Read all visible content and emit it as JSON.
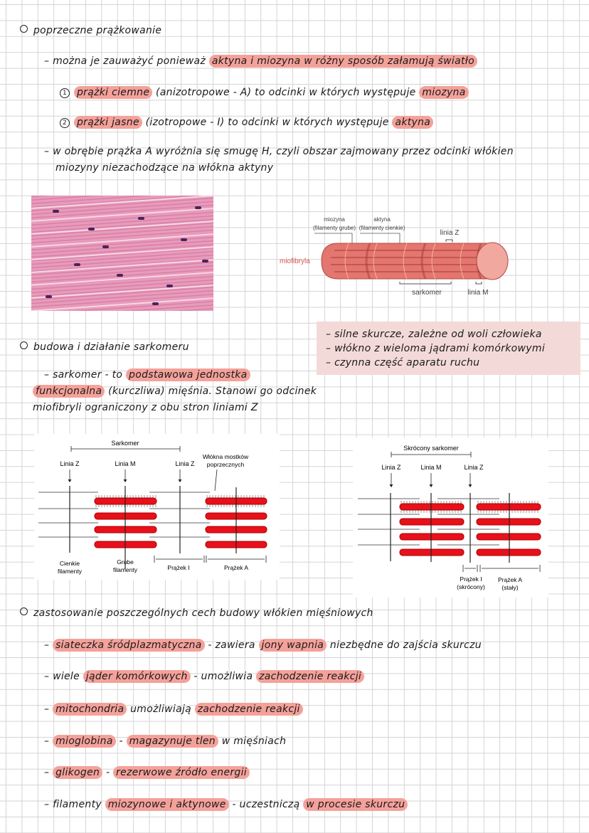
{
  "colors": {
    "highlight": "#f4a19a",
    "box": "#f3dad8",
    "muscle": "#e3766e",
    "filament": "#e8101a"
  },
  "lines": [
    {
      "id": "heading-1",
      "bullet": "circle",
      "segments": [
        {
          "t": "poprzeczne prążkowanie"
        }
      ]
    },
    {
      "id": "note-1",
      "bullet": "-",
      "segments": [
        {
          "t": "można je zauważyć ponieważ "
        },
        {
          "t": "aktyna i miozyna w różny sposób załamują światło",
          "hl": true
        }
      ]
    },
    {
      "id": "note-2",
      "bullet": "1",
      "segments": [
        {
          "t": "prążki ciemne",
          "hl": true
        },
        {
          "t": " (anizotropowe - A) to odcinki w których występuje "
        },
        {
          "t": "miozyna",
          "hl": true
        }
      ]
    },
    {
      "id": "note-3",
      "bullet": "2",
      "segments": [
        {
          "t": "prążki jasne",
          "hl": true
        },
        {
          "t": " (izotropowe - I) to odcinki w których występuje "
        },
        {
          "t": "aktyna",
          "hl": true
        }
      ]
    },
    {
      "id": "note-4",
      "bullet": "-",
      "segments": [
        {
          "t": "w obrębie prążka A wyróżnia się smugę H, czyli obszar zajmowany przez odcinki włókien"
        }
      ]
    },
    {
      "id": "note-4b",
      "segments": [
        {
          "t": "miozyny niezachodzące na włókna aktyny"
        }
      ]
    },
    {
      "id": "box-1",
      "bullet": "-",
      "segments": [
        {
          "t": "silne skurcze, zależne od woli człowieka"
        }
      ]
    },
    {
      "id": "box-2",
      "bullet": "-",
      "segments": [
        {
          "t": "włókno z wieloma jądrami komórkowymi"
        }
      ]
    },
    {
      "id": "box-3",
      "bullet": "-",
      "segments": [
        {
          "t": "czynna część aparatu ruchu"
        }
      ]
    },
    {
      "id": "heading-2",
      "bullet": "circle",
      "segments": [
        {
          "t": "budowa i działanie sarkomeru"
        }
      ]
    },
    {
      "id": "note-5",
      "bullet": "-",
      "segments": [
        {
          "t": "sarkomer - to "
        },
        {
          "t": "podstawowa jednostka",
          "hl": true
        }
      ]
    },
    {
      "id": "note-5b",
      "segments": [
        {
          "t": "funkcjonalna",
          "hl": true
        },
        {
          "t": " (kurczliwa) mięśnia. Stanowi go odcinek"
        }
      ]
    },
    {
      "id": "note-5c",
      "segments": [
        {
          "t": "miofibryli ograniczony z obu stron liniami Z"
        }
      ]
    },
    {
      "id": "heading-3",
      "bullet": "circle",
      "segments": [
        {
          "t": "zastosowanie poszczególnych cech budowy włókien mięśniowych"
        }
      ]
    },
    {
      "id": "item-1",
      "bullet": "-",
      "segments": [
        {
          "t": "siateczka śródplazmatyczna",
          "hl": true
        },
        {
          "t": " - zawiera "
        },
        {
          "t": "jony wapnia",
          "hl": true
        },
        {
          "t": " niezbędne do zajścia skurczu"
        }
      ]
    },
    {
      "id": "item-2",
      "bullet": "-",
      "segments": [
        {
          "t": "wiele "
        },
        {
          "t": "jąder komórkowych",
          "hl": true
        },
        {
          "t": " - umożliwia "
        },
        {
          "t": "zachodzenie reakcji",
          "hl": true
        }
      ]
    },
    {
      "id": "item-3",
      "bullet": "-",
      "segments": [
        {
          "t": "mitochondria",
          "hl": true
        },
        {
          "t": " umożliwiają "
        },
        {
          "t": "zachodzenie reakcji",
          "hl": true
        }
      ]
    },
    {
      "id": "item-4",
      "bullet": "-",
      "segments": [
        {
          "t": "mioglobina",
          "hl": true
        },
        {
          "t": " - "
        },
        {
          "t": "magazynuje tlen",
          "hl": true
        },
        {
          "t": " w mięśniach"
        }
      ]
    },
    {
      "id": "item-5",
      "bullet": "-",
      "segments": [
        {
          "t": "glikogen",
          "hl": true
        },
        {
          "t": " - "
        },
        {
          "t": "rezerwowe źródło energii",
          "hl": true
        }
      ]
    },
    {
      "id": "item-6",
      "bullet": "-",
      "segments": [
        {
          "t": "filamenty "
        },
        {
          "t": "miozynowe i aktynowe",
          "hl": true
        },
        {
          "t": " - uczestniczą "
        },
        {
          "t": "w procesie skurczu",
          "hl": true
        }
      ]
    }
  ],
  "myofibril": {
    "label": "miofibryla",
    "myosin": "miozyna",
    "myosin_sub": "(filamenty grube)",
    "actin": "aktyna",
    "actin_sub": "(filamenty cienkie)",
    "z_line": "linia Z",
    "sarcomere": "sarkomer",
    "m_line": "linia M"
  },
  "diagram1": {
    "title": "Sarkomer",
    "z1": "Linia Z",
    "m": "Linia M",
    "z2": "Linia Z",
    "bridges_1": "Włókna mostków",
    "bridges_2": "poprzecznych",
    "thin_1": "Cienkie",
    "thin_2": "filamenty",
    "thick_1": "Grube",
    "thick_2": "filamenty",
    "band_i": "Prążek I",
    "band_a": "Prążek A"
  },
  "diagram2": {
    "title": "Skrócony sarkomer",
    "z1": "Linia Z",
    "m": "Linia M",
    "z2": "Linia Z",
    "band_i": "Prążek I",
    "band_i_sub": "(skrócony)",
    "band_a": "Prążek A",
    "band_a_sub": "(stały)"
  }
}
